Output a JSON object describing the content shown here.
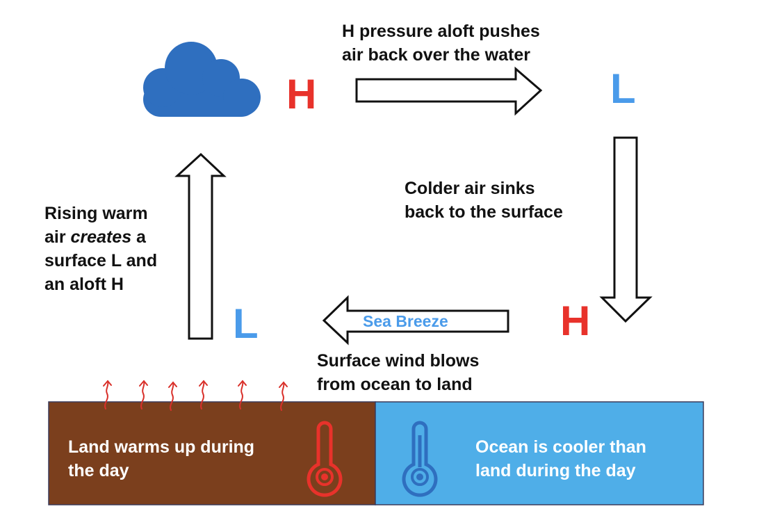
{
  "labels": {
    "aloft_push": [
      "H pressure aloft pushes",
      "air back over the water"
    ],
    "sinks": [
      "Colder air sinks",
      "back to the surface"
    ],
    "rising": {
      "line1": "Rising warm",
      "line2_pre": "air ",
      "line2_em": "creates",
      "line2_post": " a",
      "line3": "surface L and",
      "line4": "an aloft H"
    },
    "surface_wind": [
      "Surface wind blows",
      "from ocean to land"
    ],
    "sea_breeze": "Sea Breeze",
    "land": [
      "Land warms up during",
      "the day"
    ],
    "ocean": [
      "Ocean is cooler than",
      "land during the day"
    ]
  },
  "pressure": {
    "aloft_land": "H",
    "aloft_ocean": "L",
    "surface_ocean": "H",
    "surface_land": "L"
  },
  "colors": {
    "high": "#e8322b",
    "low": "#4a9bea",
    "land": "#7b3f1d",
    "ocean": "#4faee8",
    "cloud": "#2f6fbf",
    "heat_wave": "#d9302a",
    "hot_thermometer": "#e8322b",
    "cold_thermometer": "#2f6fbf"
  },
  "icons": [
    "cloud-icon",
    "hot-thermometer-icon",
    "cold-thermometer-icon",
    "heat-wave-icon"
  ]
}
